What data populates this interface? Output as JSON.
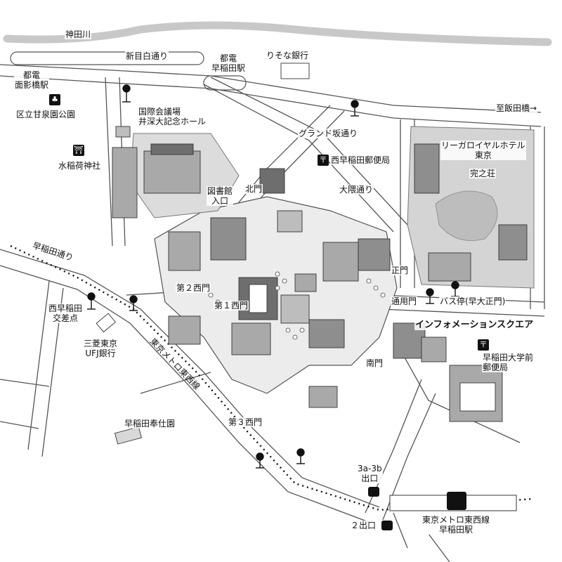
{
  "labels": {
    "kanda_river": "神田川",
    "shin_mejiro": "新目白通り",
    "omokage_station": "都電\n面影橋駅",
    "toden_waseda_station": "都電\n早稲田駅",
    "resona_bank": "りそな銀行",
    "amazake_park": "区立甘泉園公園",
    "iidabashi": "至飯田橋→",
    "ibuka_hall": "国際会議場\n井深大記念ホール",
    "grand_zaka": "グランド坂通り",
    "rihga_hotel": "リーガロイヤルホテル\n東京",
    "suiinari_shrine": "水稲荷神社",
    "nishi_waseda_post": "西早稲田郵便局",
    "kanshiso": "完之荘",
    "okuma_dori": "大隈通り",
    "library_entrance": "図書館\n入口",
    "north_gate": "北門",
    "waseda_dori": "早稲田通り",
    "main_gate": "正門",
    "second_west_gate": "第２西門",
    "nishi_waseda_crossing": "西早稲田\n交差点",
    "first_west_gate": "第１西門",
    "service_gate": "通用門",
    "bus_stop": "バス停(早大正門)",
    "information_square": "インフォメーションスクエア",
    "mufg_bank": "三菱東京\nUFJ銀行",
    "waseda_univ_post": "早稲田大学前\n郵便局",
    "south_gate": "南門",
    "tozai_line_label": "東京メトロ東西線",
    "waseda_hoshien": "早稲田奉仕園",
    "third_west_gate": "第３西門",
    "exit_3a3b": "3a-3b\n出口",
    "exit_2": "２出口",
    "tozai_waseda_station": "東京メトロ東西線\n早稲田駅"
  },
  "icons": {
    "post_symbol": "〒",
    "shrine_symbol": "⛩",
    "park_symbol": "♣"
  },
  "colors": {
    "river": "#c8c8c8",
    "road_edge": "#555555",
    "building": "#a9a9a9",
    "building_dark": "#6e6e6e",
    "garden": "#d4d4d4",
    "metro": "#111111"
  }
}
